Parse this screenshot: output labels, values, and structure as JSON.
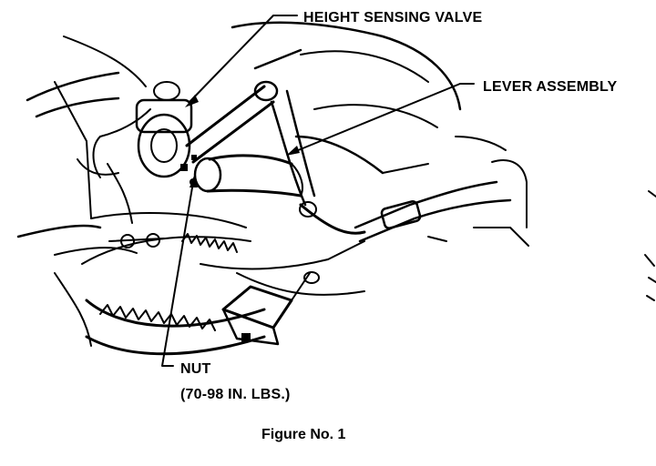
{
  "figure": {
    "caption": "Figure No. 1",
    "callouts": {
      "height_sensing_valve": "HEIGHT SENSING VALVE",
      "lever_assembly": "LEVER ASSEMBLY",
      "nut": "NUT",
      "nut_torque": "(70-98 IN. LBS.)"
    }
  },
  "colors": {
    "ink": "#000000",
    "paper": "#ffffff"
  }
}
